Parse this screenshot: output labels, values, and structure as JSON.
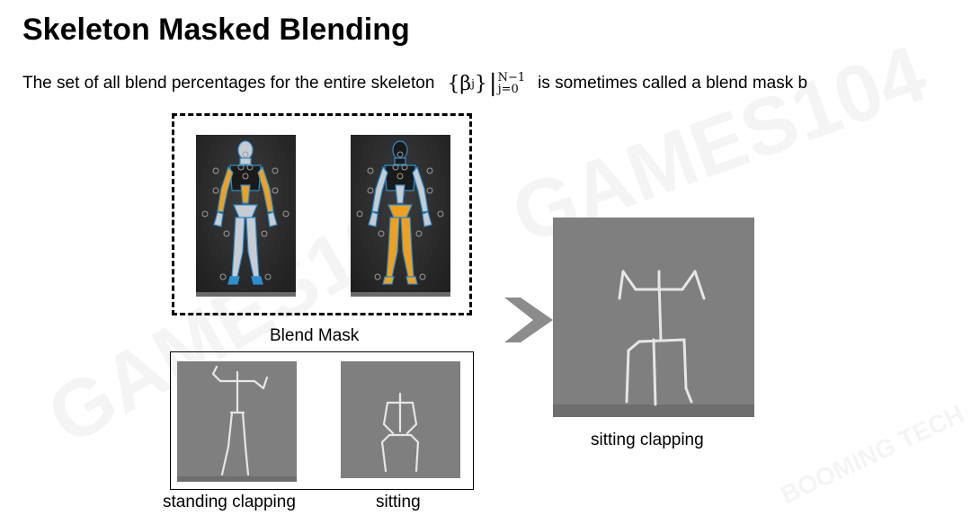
{
  "slide": {
    "title": "Skeleton Masked Blending",
    "subtitle_before": "The set of all blend percentages for the entire skeleton",
    "subtitle_after": "is sometimes called a blend mask b",
    "formula": {
      "beta": "{β",
      "index": "j",
      "close": "}",
      "bar": "|",
      "upper": "N−1",
      "lower": "j=0"
    }
  },
  "figures": {
    "blend_mask_label": "Blend Mask",
    "standing_label": "standing clapping",
    "sitting_label": "sitting",
    "result_label": "sitting clapping"
  },
  "watermarks": {
    "games": "GAMES104",
    "booming": "BOOMING TECH"
  },
  "colors": {
    "mask_highlight": "#f0a020",
    "mask_body": "#c8ccd2",
    "mask_outline": "#2a8fd0",
    "viewport_bg": "#7f7f7f",
    "arrow": "#8c8c8c"
  }
}
